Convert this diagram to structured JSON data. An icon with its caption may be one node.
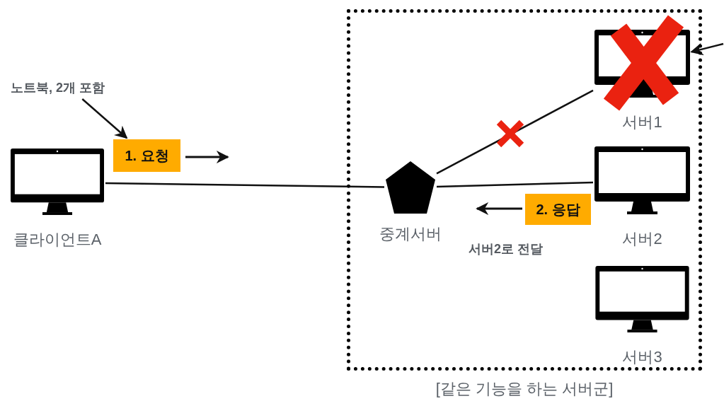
{
  "diagram": {
    "nodes": [
      {
        "text": [
          "[같은 기능을 하는 서버군]"
        ]
      },
      {
        "text": [
          "클라이언트A"
        ]
      },
      {
        "text": [
          "중계서버"
        ],
        "in": 0
      },
      {
        "text": [
          "서버1"
        ],
        "in": 0
      },
      {
        "text": [
          "서버2"
        ],
        "in": 0
      },
      {
        "text": [
          "서버3"
        ],
        "in": 0
      },
      {
        "text": [
          "노트북, 2개 포함"
        ]
      },
      {
        "text": [
          "1. 요청"
        ]
      },
      {
        "text": [
          "2. 응답"
        ],
        "in": 0
      }
    ],
    "edges": [
      {
        "from": 1,
        "to": 2,
        "arrow": "none"
      },
      {
        "from": 2,
        "to": 3,
        "arrow": "none"
      },
      {
        "from": 2,
        "to": 4,
        "arrow": "none"
      },
      {
        "from": null,
        "to": 3,
        "arrow": "to"
      },
      {
        "from": 6,
        "to": 7,
        "arrow": "to"
      }
    ],
    "labels": [
      "서버2로 전달"
    ]
  }
}
